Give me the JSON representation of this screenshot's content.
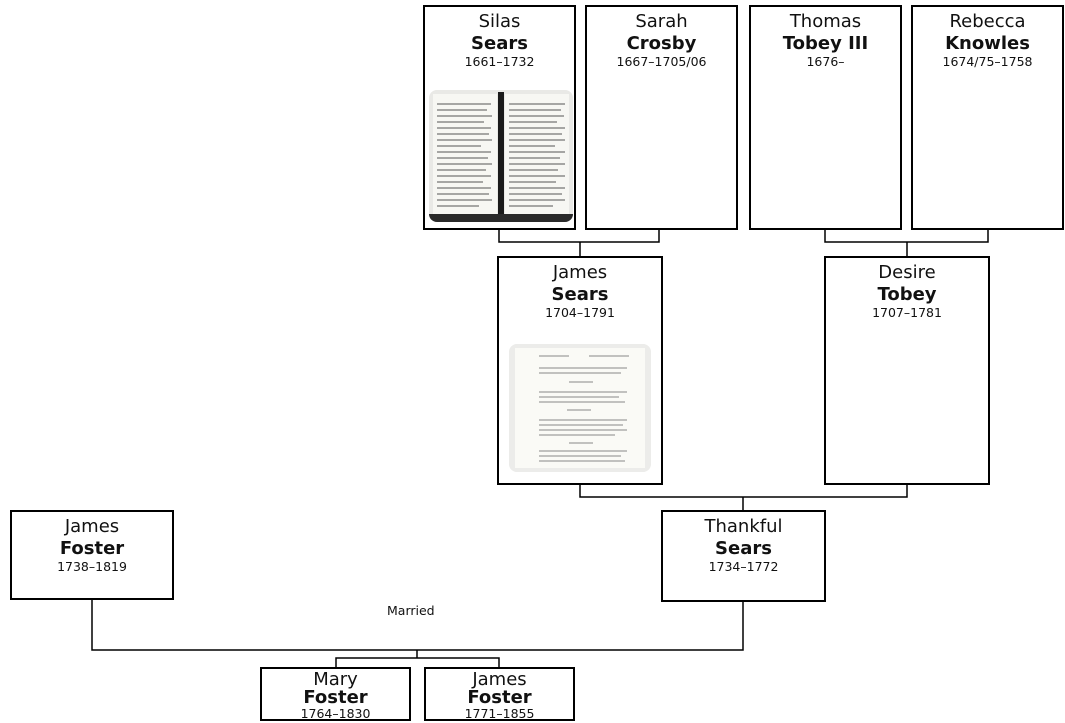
{
  "people": {
    "silas_sears": {
      "given": "Silas",
      "surname": "Sears",
      "dates": "1661–1732",
      "photo": "document-scan-two-page"
    },
    "sarah_crosby": {
      "given": "Sarah",
      "surname": "Crosby",
      "dates": "1667–1705/06"
    },
    "thomas_tobey": {
      "given": "Thomas",
      "surname": "Tobey III",
      "dates": "1676–"
    },
    "rebecca_knowles": {
      "given": "Rebecca",
      "surname": "Knowles",
      "dates": "1674/75–1758"
    },
    "james_sears": {
      "given": "James",
      "surname": "Sears",
      "dates": "1704–1791",
      "photo": "document-scan-page"
    },
    "desire_tobey": {
      "given": "Desire",
      "surname": "Tobey",
      "dates": "1707–1781"
    },
    "james_foster_sr": {
      "given": "James",
      "surname": "Foster",
      "dates": "1738–1819"
    },
    "thankful_sears": {
      "given": "Thankful",
      "surname": "Sears",
      "dates": "1734–1772"
    },
    "mary_foster": {
      "given": "Mary",
      "surname": "Foster",
      "dates": "1764–1830"
    },
    "james_foster_jr": {
      "given": "James",
      "surname": "Foster",
      "dates": "1771–1855"
    }
  },
  "connector_labels": {
    "married": "Married"
  },
  "colors": {
    "box_border": "#000000",
    "line": "#000000",
    "background": "#ffffff"
  }
}
